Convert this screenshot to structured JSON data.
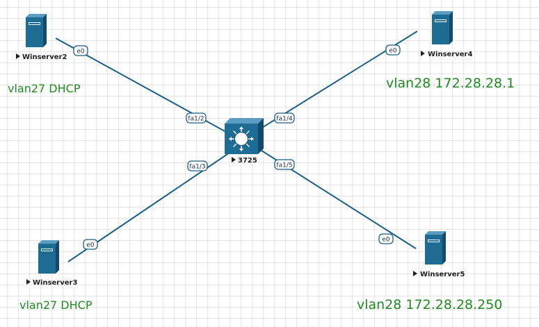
{
  "nodes": {
    "winserver2": {
      "label": "Winserver2",
      "icon": "server-icon"
    },
    "winserver3": {
      "label": "Winserver3",
      "icon": "server-icon"
    },
    "winserver4": {
      "label": "Winserver4",
      "icon": "server-icon"
    },
    "winserver5": {
      "label": "Winserver5",
      "icon": "server-icon"
    },
    "switch": {
      "label": "3725",
      "icon": "multilayer-switch-icon"
    }
  },
  "ports": {
    "winserver2": "e0",
    "winserver3": "e0",
    "winserver4": "e0",
    "winserver5": "e0",
    "sw_to_winserver2": "fa1/2",
    "sw_to_winserver3": "fa1/3",
    "sw_to_winserver4": "fa1/4",
    "sw_to_winserver5": "fa1/5"
  },
  "notes": {
    "winserver2": "vlan27 DHCP",
    "winserver3": "vlan27 DHCP",
    "winserver4": "vlan28  172.28.28.1",
    "winserver5": "vlan28  172.28.28.250"
  },
  "colors": {
    "link": "#1a5e86",
    "device": "#1e6b94",
    "note_text": "#228a22",
    "grid": "#e6e6e6"
  }
}
